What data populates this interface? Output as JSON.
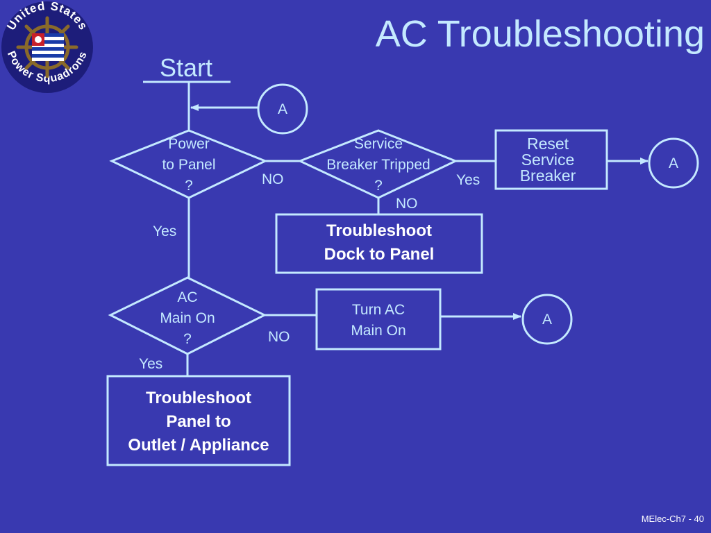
{
  "slide": {
    "title": "AC Troubleshooting",
    "footer": "MElec-Ch7 - 40"
  },
  "logo": {
    "text_top": "United States",
    "text_bottom": "Power Squadrons"
  },
  "flow": {
    "start": "Start",
    "connector_label": "A",
    "decision_power": [
      "Power",
      "to Panel",
      "?"
    ],
    "decision_breaker": [
      "Service",
      "Breaker Tripped",
      "?"
    ],
    "decision_ac": [
      "AC",
      "Main On",
      "?"
    ],
    "box_reset": [
      "Reset",
      "Service",
      "Breaker"
    ],
    "box_dock": [
      "Troubleshoot",
      "Dock to Panel"
    ],
    "box_turn_ac": [
      "Turn AC",
      "Main On"
    ],
    "box_panel": [
      "Troubleshoot",
      "Panel to",
      "Outlet / Appliance"
    ],
    "label_no": "NO",
    "label_yes": "Yes"
  },
  "colors": {
    "background": "#3939b0",
    "line": "#c4e9ff",
    "text": "#c4e9ff",
    "bold_text": "#ffffff"
  }
}
